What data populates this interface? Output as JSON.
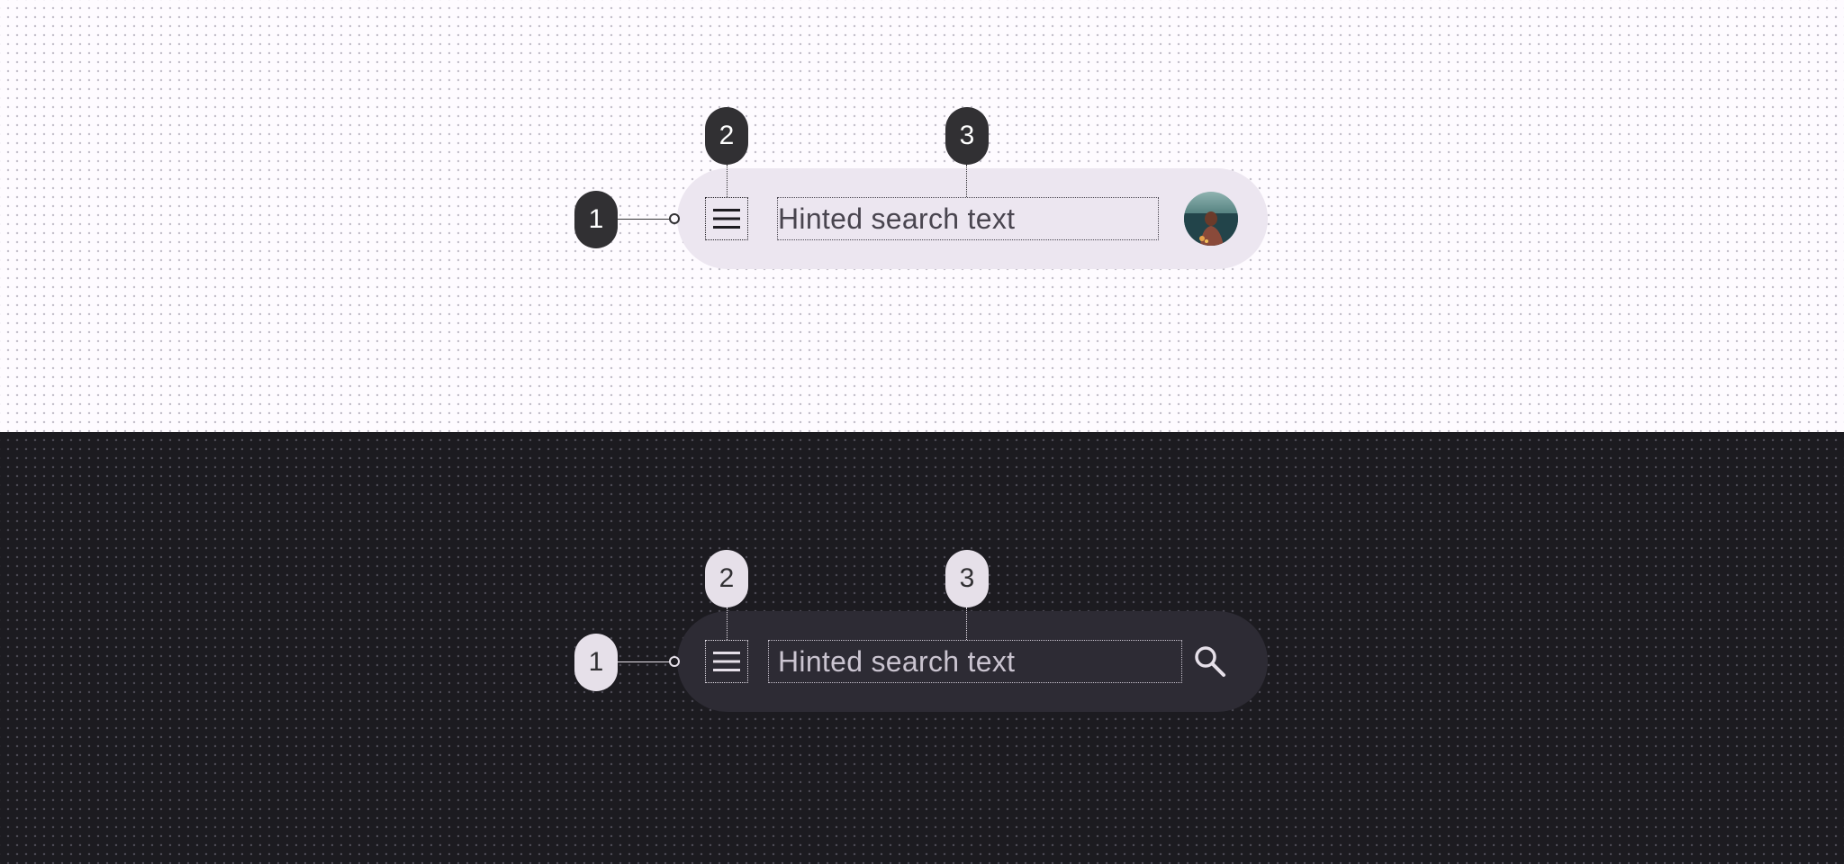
{
  "light_variant": {
    "search_bar": {
      "hint_text": "Hinted search text",
      "leading_icon": "menu-icon",
      "trailing_element": "avatar"
    },
    "callouts": [
      "1",
      "2",
      "3"
    ]
  },
  "dark_variant": {
    "search_bar": {
      "hint_text": "Hinted search text",
      "leading_icon": "menu-icon",
      "trailing_element": "search-icon"
    },
    "callouts": [
      "1",
      "2",
      "3"
    ]
  },
  "colors": {
    "light_background": "#fefbff",
    "light_container": "#ece6f0",
    "dark_background": "#1c1b20",
    "dark_container": "#2d2b34",
    "callout_light": "#313033",
    "callout_dark": "#e6e0e9"
  }
}
